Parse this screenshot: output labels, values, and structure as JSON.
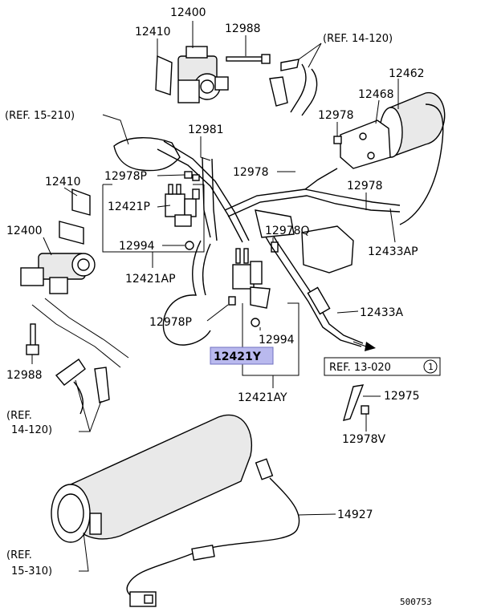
{
  "labels": {
    "l12400_top": "12400",
    "l12410_top": "12410",
    "l12988_top": "12988",
    "ref_14_120_top": "(REF. 14-120)",
    "l12462": "12462",
    "l12468": "12468",
    "l12978_a": "12978",
    "ref_15_210": "(REF. 15-210)",
    "l12981": "12981",
    "l12410_left": "12410",
    "l12978P_top": "12978P",
    "l12978_mid": "12978",
    "l12978_right": "12978",
    "l12421P": "12421P",
    "l12400_left": "12400",
    "l12978Q": "12978Q",
    "l12433AP": "12433AP",
    "l12994_left": "12994",
    "l12421AP": "12421AP",
    "l12978P_bot": "12978P",
    "l12433A": "12433A",
    "l12994_mid": "12994",
    "l12421Y": "12421Y",
    "l12988_left": "12988",
    "ref_13_020": "REF. 13-020",
    "ref_13_020_circle": "1",
    "l12421AY": "12421AY",
    "l12975": "12975",
    "ref_14_120_left_1": "(REF.",
    "ref_14_120_left_2": "14-120)",
    "l12978V": "12978V",
    "l14927": "14927",
    "ref_15_310_1": "(REF.",
    "ref_15_310_2": "15-310)",
    "diagram_id": "500753"
  },
  "colors": {
    "highlight": "#b9b9ee",
    "ink": "#000000"
  }
}
